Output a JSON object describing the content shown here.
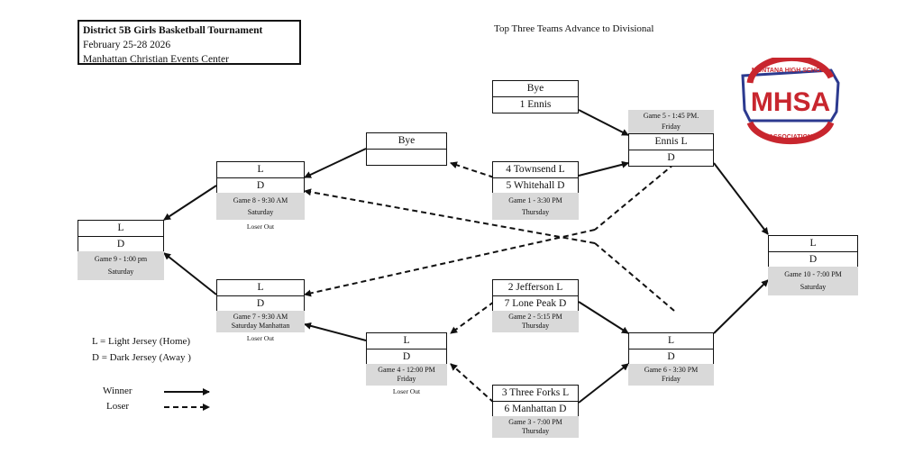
{
  "header": {
    "title": "District 5B Girls Basketball Tournament",
    "dates": "February 25-28 2026",
    "venue": "Manhattan Christian Events Center"
  },
  "top_note": "Top Three Teams Advance to Divisional",
  "logo": {
    "text": "MHSA",
    "ring_top": "MONTANA HIGH SCHOOL",
    "ring_bottom": "ASSOCIATION",
    "color_red": "#c8262e",
    "color_blue": "#2c3a8f"
  },
  "boxes": {
    "bye_ennis": {
      "top": "Bye",
      "bottom": "1 Ennis"
    },
    "game5": {
      "top": "Ennis L",
      "bottom": "D",
      "info1": "Game 5 - 1:45 PM.",
      "info2": "Friday"
    },
    "bye_mid": {
      "top": "Bye",
      "bottom": ""
    },
    "game1": {
      "top": "4 Townsend L",
      "bottom": "5 Whitehall D",
      "info1": "Game 1 - 3:30 PM",
      "info2": "Thursday"
    },
    "game8": {
      "top": "L",
      "bottom": "D",
      "info1": "Game 8 - 9:30 AM",
      "info2": "Saturday",
      "note": "Loser Out"
    },
    "game9": {
      "top": "L",
      "bottom": "D",
      "info1": "Game 9 - 1:00 pm",
      "info2": "Saturday"
    },
    "game7": {
      "top": "L",
      "bottom": "D",
      "info1": "Game 7 - 9:30 AM",
      "info2": "Saturday Manhattan",
      "note": "Loser Out"
    },
    "game10": {
      "top": "L",
      "bottom": "D",
      "info1": "Game 10 - 7:00 PM",
      "info2": "Saturday"
    },
    "game2": {
      "top": "2 Jefferson L",
      "bottom": "7 Lone Peak D",
      "info1": "Game 2 - 5:15 PM",
      "info2": "Thursday"
    },
    "game4": {
      "top": "L",
      "bottom": "D",
      "info1": "Game 4 - 12:00 PM",
      "info2": "Friday",
      "note": "Loser Out"
    },
    "game6": {
      "top": "L",
      "bottom": "D",
      "info1": "Game 6 - 3:30 PM",
      "info2": "Friday"
    },
    "game3": {
      "top": "3 Three Forks L",
      "bottom": "6 Manhattan D",
      "info1": "Game 3 - 7:00 PM",
      "info2": "Thursday"
    }
  },
  "legend": {
    "light": "L = Light Jersey  (Home)",
    "dark": "D = Dark Jersey (Away )",
    "winner": "Winner",
    "loser": "Loser"
  }
}
